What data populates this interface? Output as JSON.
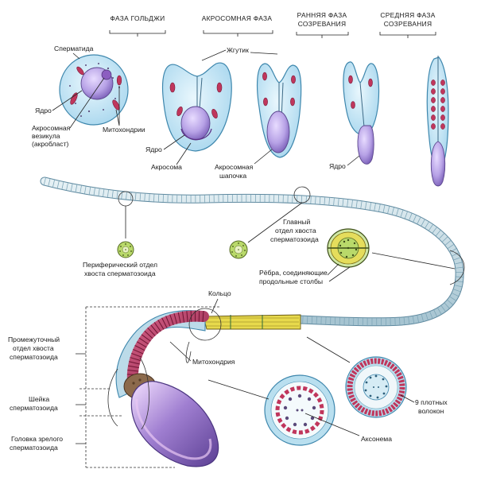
{
  "stages": {
    "golgi": "ФАЗА ГОЛЬДЖИ",
    "acrosome": "АКРОСОМНАЯ ФАЗА",
    "early_1": "РАННЯЯ ФАЗА",
    "early_2": "СОЗРЕВАНИЯ",
    "middle_1": "СРЕДНЯЯ ФАЗА",
    "middle_2": "СОЗРЕВАНИЯ"
  },
  "labels": {
    "spermatid": "Сперматида",
    "nucleus_1": "Ядро",
    "acro_vesicle_1": "Акросомная",
    "acro_vesicle_2": "везикула",
    "acro_vesicle_3": "(акробласт)",
    "mitochondria": "Митохондрии",
    "flagellum": "Жгутик",
    "nucleus_2": "Ядро",
    "acrosome": "Акросома",
    "acro_cap_1": "Акросомная",
    "acro_cap_2": "шапочка",
    "nucleus_3": "Ядро",
    "main_tail_1": "Главный",
    "main_tail_2": "отдел хвоста",
    "main_tail_3": "сперматозоида",
    "peripheral_tail_1": "Периферический отдел",
    "peripheral_tail_2": "хвоста сперматозоида",
    "ribs_1": "Рёбра, соединяющие",
    "ribs_2": "продольные столбы",
    "ring": "Кольцо",
    "middle_piece_1": "Промежуточный",
    "middle_piece_2": "отдел хвоста",
    "middle_piece_3": "сперматозоида",
    "mitochondrion": "Митохондрия",
    "neck_1": "Шейка",
    "neck_2": "сперматозоида",
    "head_1": "Головка зрелого",
    "head_2": "сперматозоида",
    "dense_fibers_1": "9 плотных",
    "dense_fibers_2": "волокон",
    "axoneme": "Аксонема"
  },
  "colors": {
    "cell_fill": "#bfe3f3",
    "cell_stroke": "#3e87ad",
    "nucleus": "#b9a7e0",
    "mito": "#c0365c",
    "tail": "#cfe2ea",
    "yellow": "#e7d94c"
  }
}
